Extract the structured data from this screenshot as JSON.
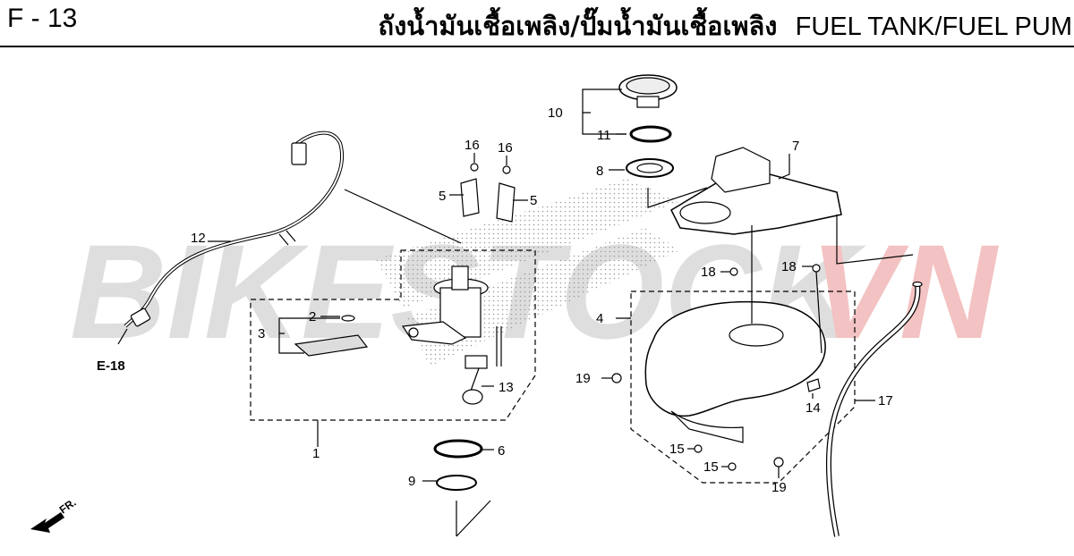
{
  "header": {
    "page_code": "F - 13",
    "title_th": "ถังน้ำมันเชื้อเพลิง/ปั๊มน้ำมันเชื้อเพลิง",
    "title_en": "FUEL TANK/FUEL PUM"
  },
  "watermark": {
    "text_main": "BIKESTOCK",
    "text_accent": "VN",
    "color_main": "#d9d9d9",
    "color_accent": "#f2b8b8"
  },
  "references": {
    "e18": "E-18",
    "front": "FR."
  },
  "callouts": {
    "c1": "1",
    "c2": "2",
    "c3": "3",
    "c4": "4",
    "c5a": "5",
    "c5b": "5",
    "c6": "6",
    "c7": "7",
    "c8": "8",
    "c9": "9",
    "c10": "10",
    "c11": "11",
    "c12": "12",
    "c13": "13",
    "c14": "14",
    "c15a": "15",
    "c15b": "15",
    "c16a": "16",
    "c16b": "16",
    "c17": "17",
    "c18a": "18",
    "c18b": "18",
    "c19a": "19",
    "c19b": "19"
  },
  "colors": {
    "line": "#000000",
    "part_fill": "#ffffff",
    "shade": "#bdbdbd"
  },
  "icons": [
    "front-arrow-icon"
  ]
}
